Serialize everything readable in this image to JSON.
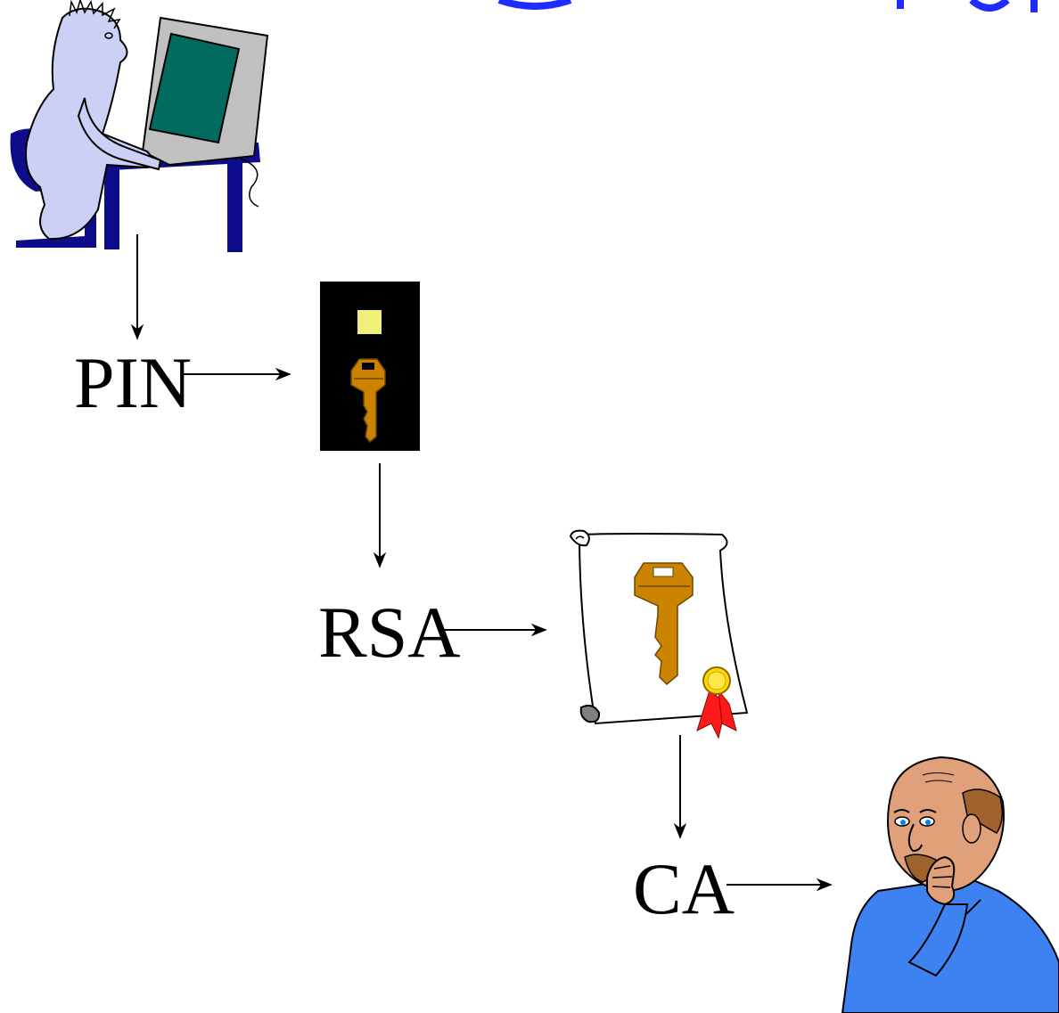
{
  "labels": {
    "pin": "PIN",
    "rsa": "RSA",
    "ca": "CA"
  },
  "icons": {
    "user": "user-at-computer-icon",
    "smartcard": "smartcard-key-icon",
    "certificate": "certificate-scroll-icon",
    "verifier": "thinking-man-icon"
  },
  "colors": {
    "title": "#1f2bff",
    "user_skin": "#ccd0f5",
    "furniture": "#0d0d8c",
    "monitor": "#c0c0c0",
    "screen": "#006b5e",
    "card": "#000000",
    "chip": "#f0f07a",
    "key": "#cc8400",
    "ribbon": "#ff1a1a",
    "seal": "#ffd700",
    "shirt": "#3d82f0",
    "face": "#e0a07a"
  }
}
